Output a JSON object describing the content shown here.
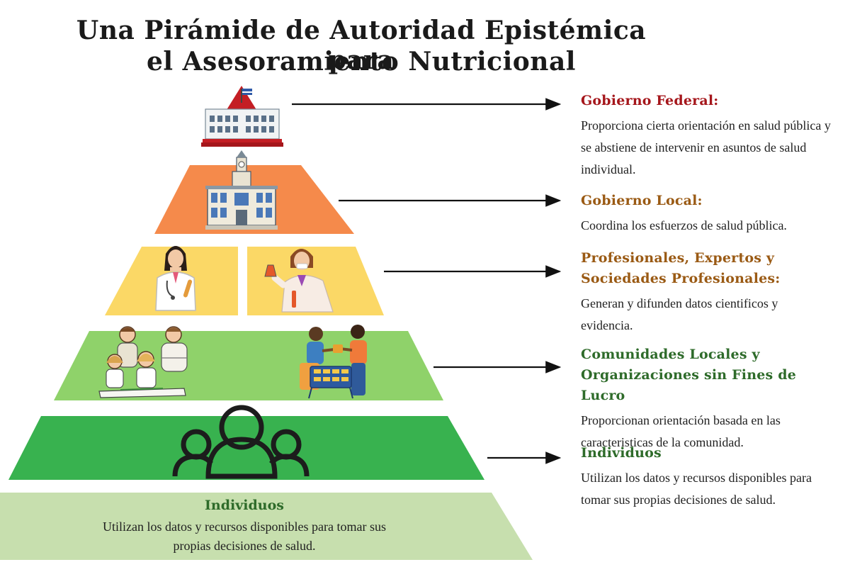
{
  "title": {
    "line1": "Una Pirámide de Autoridad Epistémica para",
    "line2": "el Asesoramiento Nutricional"
  },
  "colors": {
    "federal": "#a5161b",
    "local": "#9a5a14",
    "professionals": "#9a5a14",
    "communities": "#2e6b2a",
    "individuals": "#2e6b2a",
    "tier_local": "#f58a4b",
    "tier_professionals": "#fbd866",
    "tier_communities": "#8fd26a",
    "tier_individuals": "#38b24f",
    "base_band": "#c7dfae"
  },
  "tiers": [
    {
      "id": "federal",
      "heading": "Gobierno Federal:",
      "description": "Proporciona cierta orientación en salud pública y se abstiene de intervenir en asuntos de salud individual.",
      "icon": "capitol-building-icon"
    },
    {
      "id": "local",
      "heading": "Gobierno Local:",
      "description": "Coordina los esfuerzos de salud pública.",
      "icon": "city-hall-icon"
    },
    {
      "id": "professionals",
      "heading_line1": "Profesionales, Expertos y",
      "heading_line2": "Sociedades Profesionales:",
      "description": "Generan y difunden datos cientificos y evidencia.",
      "icons": [
        "doctor-icon",
        "scientist-icon"
      ]
    },
    {
      "id": "communities",
      "heading_line1": "Comunidades Locales y",
      "heading_line2": "Organizaciones sin Fines de Lucro",
      "description": "Proporcionan orientación basada en las caracteristicas de la comunidad.",
      "icons": [
        "family-icon",
        "volunteers-icon"
      ]
    },
    {
      "id": "individuals",
      "heading": "Individuos",
      "description": "Utilizan los datos y recursos disponibles para tomar sus propias decisiones de salud.",
      "icon": "people-group-icon"
    }
  ],
  "base": {
    "heading": "Individuos",
    "line1": "Utilizan los datos y recursos disponibles para tomar sus",
    "line2": "propias decisiones de salud."
  }
}
